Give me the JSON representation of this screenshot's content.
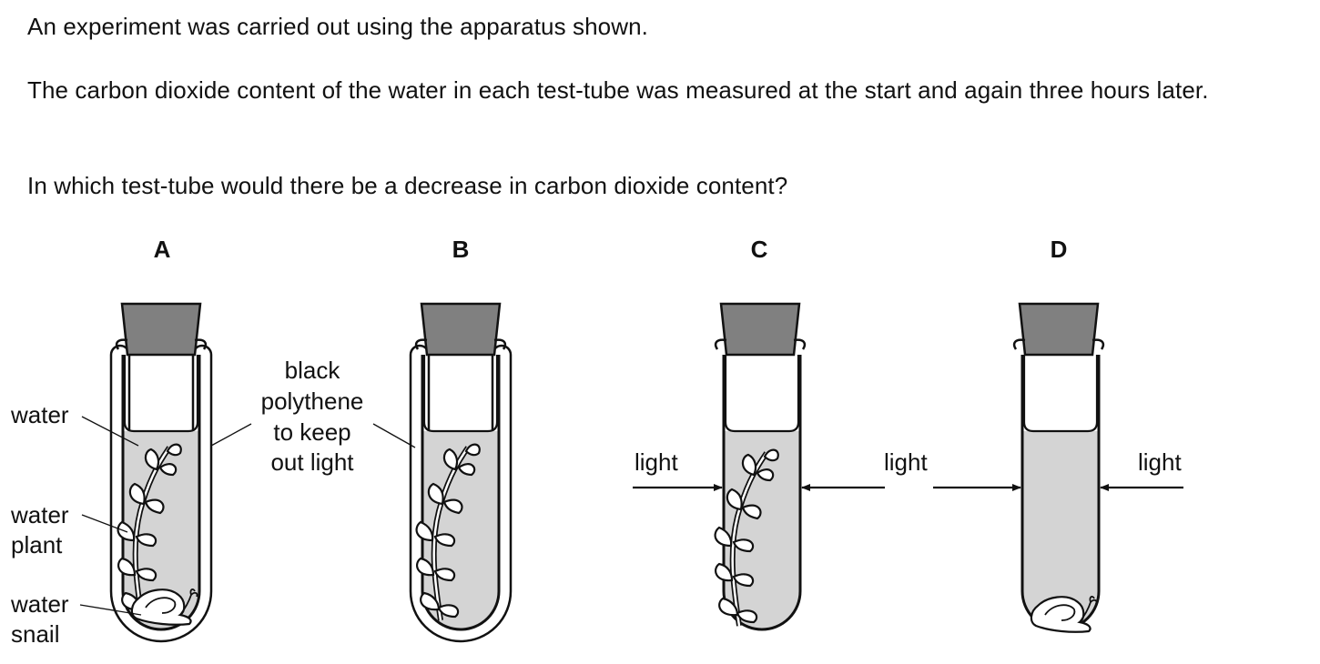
{
  "question": {
    "line1": "An experiment was carried out using the apparatus shown.",
    "line2": "The carbon dioxide content of the water in each test-tube was measured at the start and again three hours later.",
    "line3": "In which test-tube would there be a decrease in carbon dioxide content?"
  },
  "options": [
    "A",
    "B",
    "C",
    "D"
  ],
  "labels": {
    "water": "water",
    "water_plant": [
      "water",
      "plant"
    ],
    "water_snail": [
      "water",
      "snail"
    ],
    "polythene": [
      "black",
      "polythene",
      "to keep",
      "out light"
    ],
    "light": "light"
  },
  "colors": {
    "stopper": "#808080",
    "water": "#d4d4d4",
    "outline": "#111111"
  }
}
